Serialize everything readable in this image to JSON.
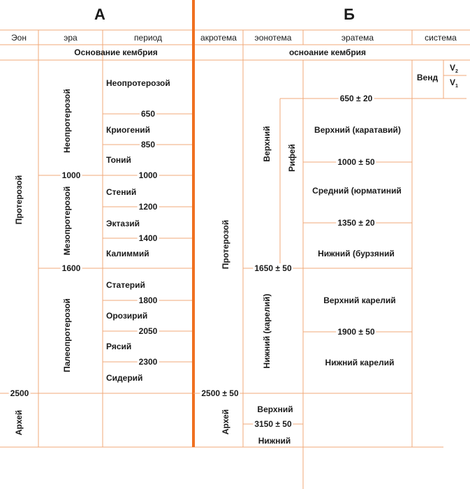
{
  "header": {
    "left": "А",
    "right": "Б"
  },
  "columns_a": {
    "eon": "Эон",
    "era": "эра",
    "period": "период"
  },
  "columns_b": {
    "akrotema": "акротема",
    "eonotema": "эонотема",
    "eratema": "эратема",
    "sistema": "система"
  },
  "base_a": "Основание кембрия",
  "base_b": "осноание кембрия",
  "scale_a": {
    "eon_proterozoic": "Протерозой",
    "eon_archean": "Архей",
    "boundary_2500": "2500",
    "eras": {
      "neo": "Неопротерозой",
      "meso": "Мезопротерозой",
      "paleo": "Палеопротерозой"
    },
    "era_boundaries": [
      "1000",
      "1600"
    ],
    "periods": [
      "Неопротерозой",
      "Криогений",
      "Тоний",
      "Стений",
      "Эктазий",
      "Калиммий",
      "Статерий",
      "Орозирий",
      "Рясий",
      "Сидерий"
    ],
    "period_boundaries": [
      "650",
      "850",
      "1000",
      "1200",
      "1400",
      "1800",
      "2050",
      "2300"
    ]
  },
  "scale_b": {
    "akrotema_proterozoic": "Протерозой",
    "akrotema_archean": "Архей",
    "boundary_2500": "2500 ± 50",
    "eon_upper": "Верхний",
    "eon_lower": "Нижний (карелий)",
    "boundary_1650": "1650 ± 50",
    "riphean": "Рифей",
    "boundary_650": "650 ± 20",
    "erathems": [
      "Верхний (каратавий)",
      "Средний (юрматиний",
      "Нижний (бурзяний",
      "Верхний карелий",
      "Нижний карелий"
    ],
    "boundaries": [
      "1000 ± 50",
      "1350 ± 20",
      "1900 ± 50"
    ],
    "archean_upper": "Верхний",
    "archean_boundary": "3150 ± 50",
    "archean_lower": "Нижний",
    "vend": "Венд",
    "v2": "V",
    "v2_sub": "2",
    "v1": "V",
    "v1_sub": "1"
  }
}
